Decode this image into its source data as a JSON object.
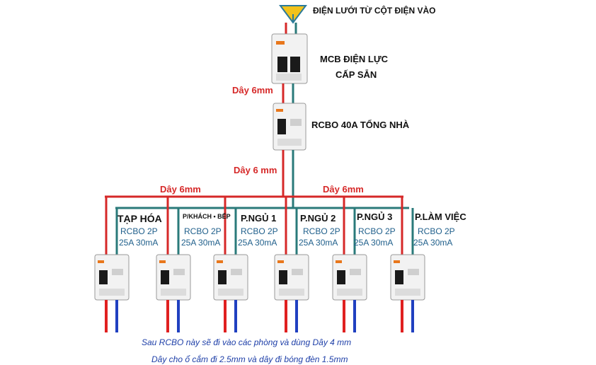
{
  "source_label": "ĐIỆN LƯỚI TỪ CỘT ĐIỆN VÀO",
  "main_mcb": {
    "line1": "MCB  ĐIỆN LỰC",
    "line2": "CẤP SẴN"
  },
  "main_rcbo": {
    "label": "RCBO 40A TỔNG NHÀ"
  },
  "wires": {
    "mcb_to_rcbo": "Dây 6mm",
    "rcbo_down": "Dây 6 mm",
    "bus_left": "Dây 6mm",
    "bus_right": "Dây 6mm"
  },
  "branches": [
    {
      "room": "TẠP HÓA",
      "spec1": "RCBO 2P",
      "spec2": "25A 30mA"
    },
    {
      "room": "P/KHÁCH • BẾP",
      "spec1": "RCBO 2P",
      "spec2": "25A 30mA"
    },
    {
      "room": "P.NGỦ 1",
      "spec1": "RCBO 2P",
      "spec2": "25A 30mA"
    },
    {
      "room": "P.NGỦ 2",
      "spec1": "RCBO 2P",
      "spec2": "25A 30mA"
    },
    {
      "room": "P.NGỦ 3",
      "spec1": "RCBO 2P",
      "spec2": "25A 30mA"
    },
    {
      "room": "P.LÀM VIỆC",
      "spec1": "RCBO 2P",
      "spec2": "25A 30mA"
    }
  ],
  "notes": [
    "Sau RCBO này sẽ  đi vào các phòng và dùng Dây 4 mm",
    "Dây cho ổ cắm đi 2.5mm và dây đi bóng đèn 1.5mm"
  ],
  "colors": {
    "phase_wire": "#d62828",
    "neutral_wire": "#2a7a7a",
    "outlet_red": "#e02020",
    "outlet_blue": "#2040c0",
    "breaker_body": "#f2f2f2",
    "brand_orange": "#e8771c",
    "source_symbol": "#f2c21a"
  }
}
